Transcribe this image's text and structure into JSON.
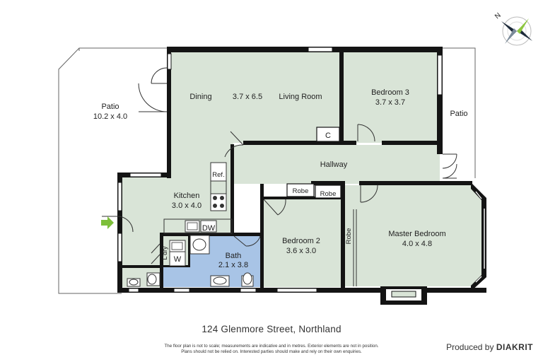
{
  "rooms": {
    "patio_west": {
      "name": "Patio",
      "size": "10.2 x 4.0"
    },
    "dining": {
      "name": "Dining"
    },
    "living_size": "3.7 x 6.5",
    "living": {
      "name": "Living Room"
    },
    "bedroom3": {
      "name": "Bedroom 3",
      "size": "3.7 x 3.7"
    },
    "patio_east": {
      "name": "Patio"
    },
    "closet": "C",
    "hallway": "Hallway",
    "ref": "Ref.",
    "kitchen": {
      "name": "Kitchen",
      "size": "3.0 x 4.0"
    },
    "robe1": "Robe",
    "robe2": "Robe",
    "robe3": "Robe",
    "dw": "DW",
    "laundry": "L'dry",
    "washer": "W",
    "bath": {
      "name": "Bath",
      "size": "2.1 x 3.8"
    },
    "bedroom2": {
      "name": "Bedroom 2",
      "size": "3.6 x 3.0"
    },
    "master": {
      "name": "Master Bedroom",
      "size": "4.0 x 4.8"
    }
  },
  "compass_letter": "N",
  "address": "124 Glenmore Street, Northland",
  "disclaimer": [
    "The floor plan is not to scale; measurements are indicative and in metres. Exterior elements are not in position.",
    "Plans should not be relied on. Interested parties should make and rely on their own enquiries."
  ],
  "credit": {
    "prefix": "Produced by",
    "brand": "DIAKRIT"
  },
  "colors": {
    "room_fill": "#d9e4d7",
    "bath_fill": "#a8c4e6",
    "wall": "#141414",
    "entry_arrow": "#7dbf3a"
  }
}
